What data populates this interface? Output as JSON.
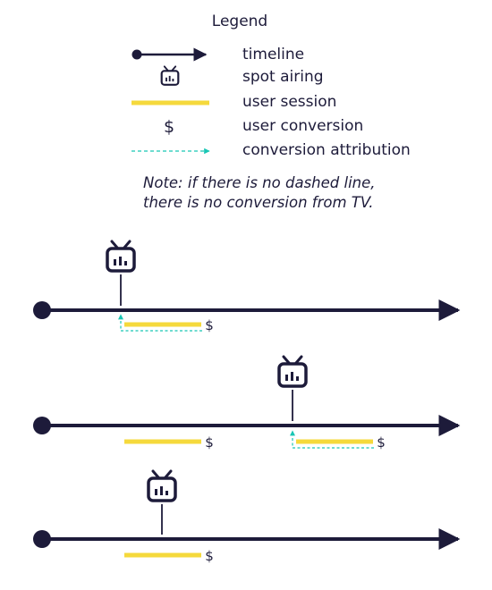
{
  "legend": {
    "title": "Legend",
    "items": [
      {
        "symbol": "timeline-arrow",
        "label": "timeline"
      },
      {
        "symbol": "tv-icon",
        "label": "spot airing"
      },
      {
        "symbol": "yellow-bar",
        "label": "user session"
      },
      {
        "symbol": "dollar-sign",
        "label": "user conversion"
      },
      {
        "symbol": "dashed-teal-arrow",
        "label": "conversion attribution"
      }
    ]
  },
  "note": {
    "line1": "Note: if there is no dashed line,",
    "line2": "there is no conversion from TV."
  },
  "glyphs": {
    "dollar": "$"
  },
  "colors": {
    "timeline": "#1d1b3a",
    "session": "#f5d93c",
    "attribution": "#19c6b4"
  },
  "examples": [
    {
      "spot_airing": true,
      "sessions": 1,
      "attributed_sessions": 1
    },
    {
      "spot_airing": true,
      "sessions": 2,
      "attributed_sessions": 1
    },
    {
      "spot_airing": true,
      "sessions": 1,
      "attributed_sessions": 0
    }
  ]
}
